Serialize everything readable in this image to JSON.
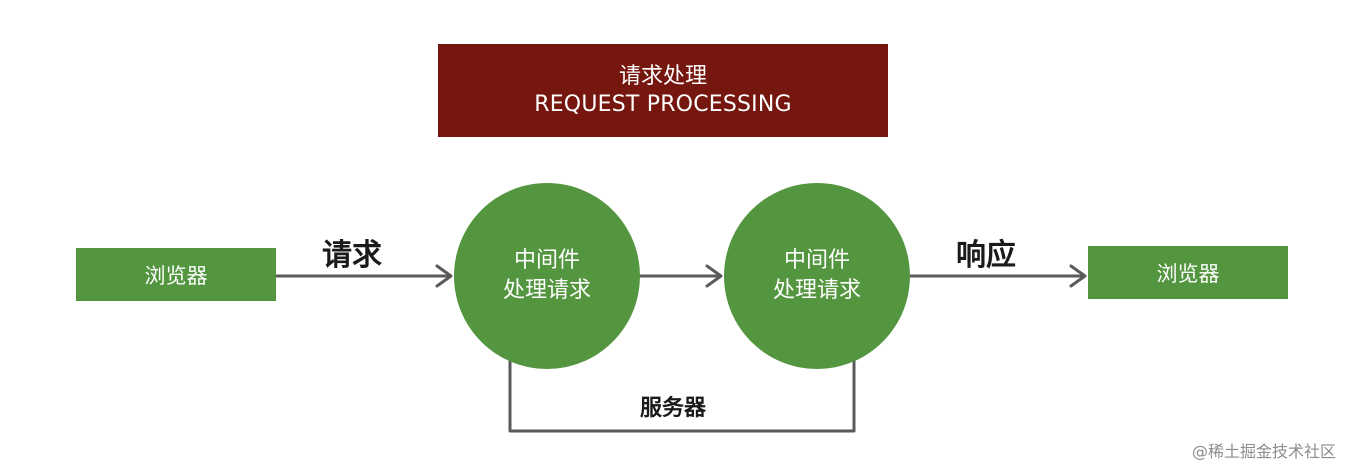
{
  "title": {
    "chinese": "请求处理",
    "english": "REQUEST PROCESSING"
  },
  "nodes": {
    "browser_left": "浏览器",
    "browser_right": "浏览器",
    "middleware_1": {
      "line1": "中间件",
      "line2": "处理请求"
    },
    "middleware_2": {
      "line1": "中间件",
      "line2": "处理请求"
    }
  },
  "labels": {
    "request": "请求",
    "response": "响应",
    "server": "服务器"
  },
  "watermark": "@稀土掘金技术社区",
  "colors": {
    "title_bg": "#75160f",
    "node_green": "#53963f",
    "arrow_gray": "#5a5a5a"
  }
}
